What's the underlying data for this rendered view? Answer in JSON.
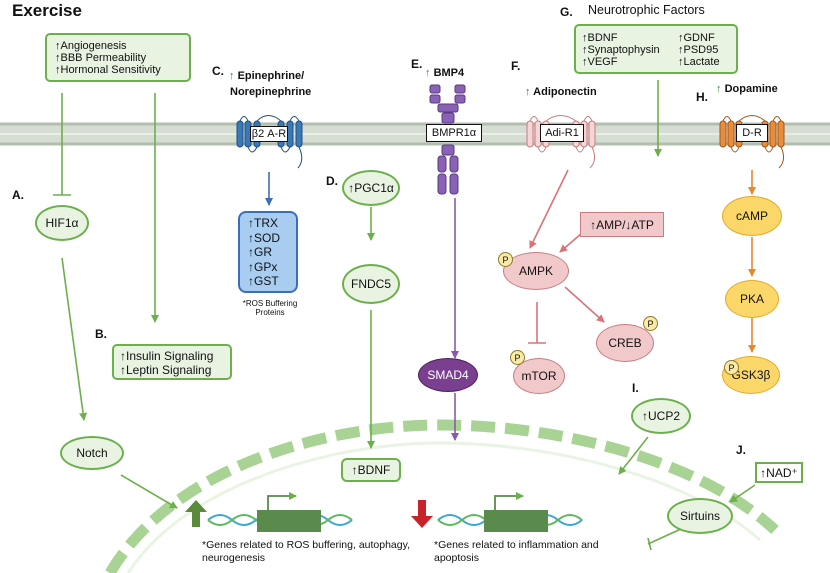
{
  "title": "Exercise",
  "sections": {
    "a": "A.",
    "b": "B.",
    "c": "C.",
    "d": "D.",
    "e": "E.",
    "f": "F.",
    "g": "G.",
    "h": "H.",
    "i": "I.",
    "j": "J."
  },
  "top_effects": [
    "↑Angiogenesis",
    "↑BBB Permeability",
    "↑Hormonal Sensitivity"
  ],
  "hif1a": "HIF1α",
  "notch": "Notch",
  "insulin": [
    "↑Insulin Signaling",
    "↑Leptin Signaling"
  ],
  "c_label": [
    "Epinephrine/",
    "Norepinephrine"
  ],
  "beta_receptor": "β2 A-R",
  "ros_items": [
    "↑TRX",
    "↑SOD",
    "↑GR",
    "↑GPx",
    "↑GST"
  ],
  "ros_note": [
    "*ROS Buffering",
    "Proteins"
  ],
  "pgc": "↑PGC1α",
  "fndc5": "FNDC5",
  "bdnf": "↑BDNF",
  "bmp4": "BMP4",
  "bmpr": "BMPR1α",
  "smad4": "SMAD4",
  "adiponectin": "Adiponectin",
  "adi_receptor": "Adi-R1",
  "amp_atp": "↑AMP/↓ATP",
  "ampk": "AMPK",
  "mtor": "mTOR",
  "creb": "CREB",
  "p": "P",
  "neuro_title": "Neurotrophic Factors",
  "neuro_left": [
    "↑BDNF",
    "↑Synaptophysin",
    "↑VEGF"
  ],
  "neuro_right": [
    "↑GDNF",
    "↑PSD95",
    "↑Lactate"
  ],
  "dopamine": "Dopamine",
  "d_receptor": "D-R",
  "camp": "cAMP",
  "pka": "PKA",
  "gsk": "GSK3β",
  "ucp2": "↑UCP2",
  "nad": "↑NAD⁺",
  "sirtuins": "Sirtuins",
  "up_arrow": "↑",
  "genes_up": [
    "*Genes related to ROS buffering, autophagy,",
    "neurogenesis"
  ],
  "genes_down": [
    "*Genes related to inflammation and",
    "apoptosis"
  ],
  "colors": {
    "green": "#6cb04c",
    "blue": "#3a6fb5",
    "purple": "#8a5aa8",
    "red": "#d9737a",
    "orange": "#e6892a"
  }
}
